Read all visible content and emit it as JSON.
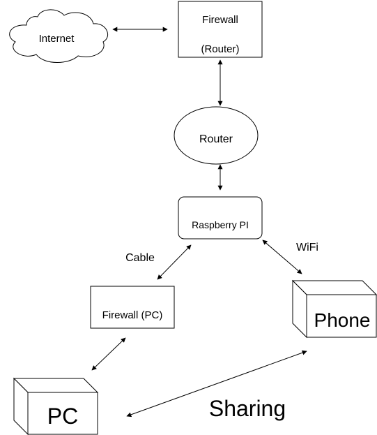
{
  "nodes": {
    "internet": {
      "label": "Internet"
    },
    "firewall_router": {
      "line1": "Firewall",
      "line2": "(Router)"
    },
    "router": {
      "label": "Router"
    },
    "raspberry_pi": {
      "label": "Raspberry PI"
    },
    "firewall_pc": {
      "label": "Firewall (PC)"
    },
    "phone": {
      "label": "Phone"
    },
    "pc": {
      "label": "PC"
    }
  },
  "edges": {
    "cable": "Cable",
    "wifi": "WiFi",
    "sharing": "Sharing"
  },
  "colors": {
    "stroke": "#000000",
    "fill": "#ffffff",
    "text": "#000000"
  }
}
